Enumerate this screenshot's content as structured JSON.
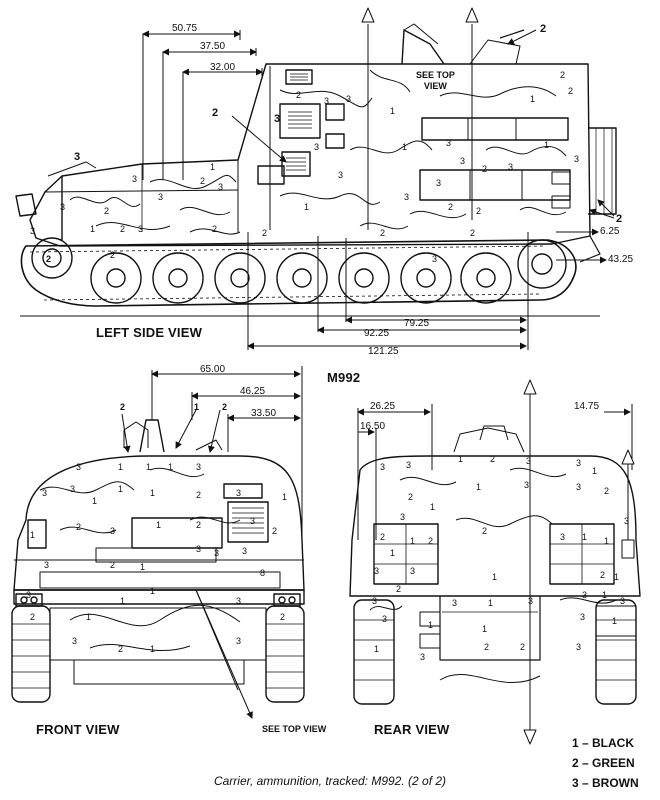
{
  "model": "M992",
  "views": {
    "left_side": "LEFT SIDE VIEW",
    "front": "FRONT VIEW",
    "rear": "REAR VIEW"
  },
  "notes": {
    "see_top_view_side_line1": "SEE TOP",
    "see_top_view_side_line2": "VIEW",
    "see_top_view_front": "SEE TOP VIEW"
  },
  "dimensions": {
    "side_50_75": "50.75",
    "side_37_50": "37.50",
    "side_32_00": "32.00",
    "side_6_25": "6.25",
    "side_43_25": "43.25",
    "side_79_25": "79.25",
    "side_92_25": "92.25",
    "side_121_25": "121.25",
    "front_65_00": "65.00",
    "front_46_25": "46.25",
    "front_33_50": "33.50",
    "rear_26_25": "26.25",
    "rear_16_50": "16.50",
    "rear_14_75": "14.75"
  },
  "color_codes": {
    "black": "1",
    "green": "2",
    "brown": "3"
  },
  "legend": [
    "1 – BLACK",
    "2 – GREEN",
    "3 – BROWN"
  ],
  "caption": "Carrier, ammunition, tracked: M992.  (2 of 2)"
}
